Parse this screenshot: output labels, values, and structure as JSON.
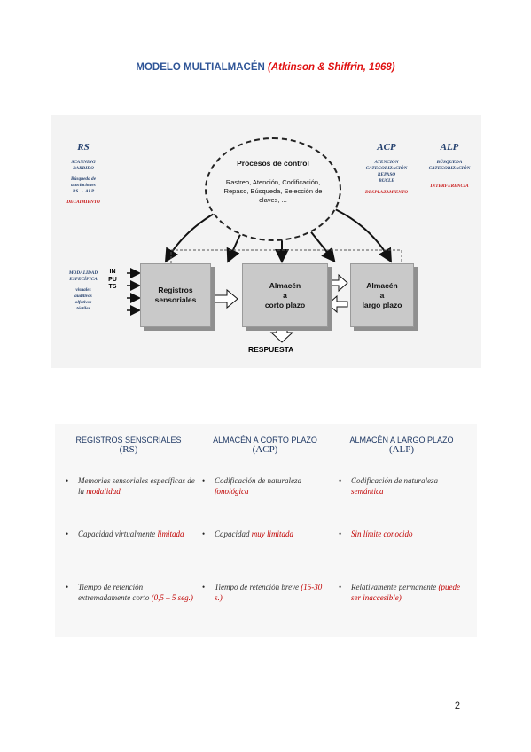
{
  "title": {
    "main": "MODELO MULTIALMACÉN",
    "cite": "(Atkinson & Shiffrin, 1968)"
  },
  "figure": {
    "rs": {
      "hdr": "RS",
      "l1": "SCANNING",
      "l2": "BARRIDO",
      "l3": "Búsqueda de",
      "l4": "asociaciones",
      "l5": "RS → ALP",
      "red": "DECAIMIENTO",
      "m1": "MODALIDAD",
      "m2": "ESPECÍFICA",
      "m3": "visuales",
      "m4": "auditivos",
      "m5": "olfativos",
      "m6": "táctiles"
    },
    "acp": {
      "hdr": "ACP",
      "l1": "ATENCIÓN",
      "l2": "CATEGORIZACIÓN",
      "l3": "REPASO",
      "l4": "BUCLE",
      "red": "DESPLAZAMIENTO"
    },
    "alp": {
      "hdr": "ALP",
      "l1": "BÚSQUEDA",
      "l2": "CATEGORIZACIÓN",
      "red": "INTERFERENCIA"
    },
    "control_title": "Procesos de control",
    "control_body": "Rastreo, Atención, Codificación, Repaso, Búsqueda, Selección de claves, ...",
    "inputs": "INPUTS",
    "box1": "Registros\nsensoriales",
    "box2": "Almacén\na\ncorto plazo",
    "box3": "Almacén\na\nlargo plazo",
    "respuesta": "RESPUESTA"
  },
  "table": {
    "cols": [
      {
        "h": "REGISTROS SENSORIALES",
        "ab": "(RS)",
        "b1a": "Memorias sensoriales específicas de la ",
        "b1r": "modalidad",
        "b2a": "Capacidad virtualmente ",
        "b2r": "limitada",
        "b3a": "Tiempo de retención extremadamente corto ",
        "b3r": "(0,5 – 5 seg.)"
      },
      {
        "h": "ALMACÉN A CORTO PLAZO",
        "ab": "(ACP)",
        "b1a": "Codificación de naturaleza ",
        "b1r": "fonológica",
        "b2a": "Capacidad ",
        "b2r": "muy limitada",
        "b3a": "Tiempo de retención breve ",
        "b3r": "(15-30 s.)"
      },
      {
        "h": "ALMACÉN A LARGO PLAZO",
        "ab": "(ALP)",
        "b1a": "Codificación de naturaleza ",
        "b1r": "semántica",
        "b2a": "",
        "b2r": "Sin límite conocido",
        "b3a": "Relativamente permanente ",
        "b3r": "(puede ser inaccesible)"
      }
    ]
  },
  "page_number": "2"
}
